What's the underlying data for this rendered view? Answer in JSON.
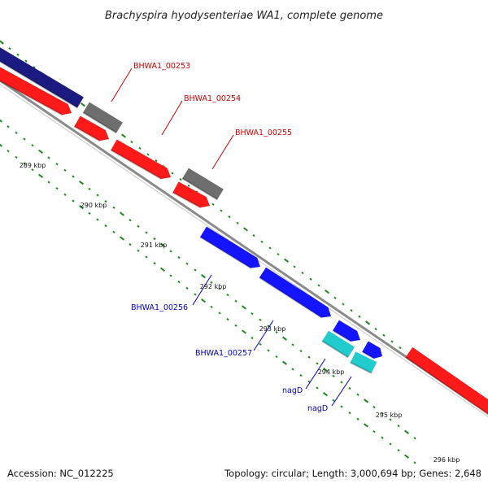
{
  "title": "Brachyspira hyodysenteriae WA1, complete genome",
  "footer": {
    "accession": "Accession: NC_012225",
    "topology": "Topology: circular; Length: 3,000,694 bp; Genes: 2,648"
  },
  "colors": {
    "navy": "#1a1a80",
    "red": "#ff1a1a",
    "gray": "#6e6e6e",
    "blue": "#1414ff",
    "cyan": "#22cccc",
    "tick": "#1a8a1a",
    "backbone": "#8a8a8a",
    "label_red": "#cc0000",
    "label_blue": "#0000bb"
  },
  "scale_labels": [
    "289 kbp",
    "290 kbp",
    "291 kbp",
    "292 kbp",
    "293 kbp",
    "294 kbp",
    "295 kbp",
    "296 kbp"
  ],
  "gene_labels": [
    "BHWA1_00253",
    "BHWA1_00254",
    "BHWA1_00255",
    "BHWA1_00256",
    "BHWA1_00257",
    "nagD",
    "nagD"
  ]
}
